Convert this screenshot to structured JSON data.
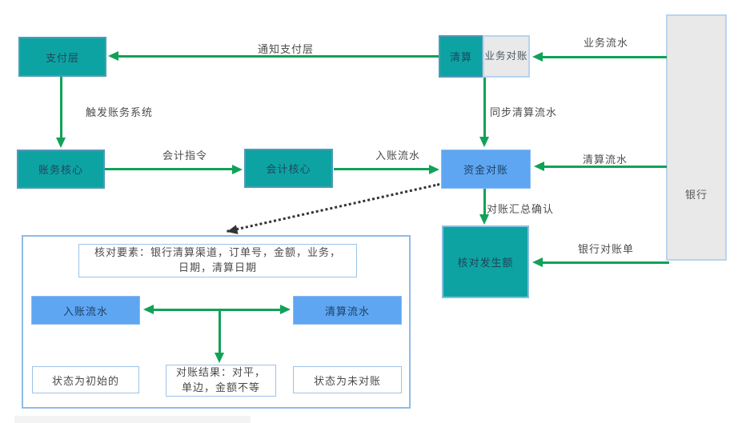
{
  "colors": {
    "teal_node": "#0ea3a3",
    "blue_node": "#5ea6f2",
    "gray_node": "#e9e9e9",
    "arrow_green": "#10a257",
    "dotted_arrow": "#333333",
    "panel_border": "#8fbbe8"
  },
  "nodes": {
    "pay_layer": "支付层",
    "accounting_core": "账务核心",
    "accounting_center": "会计核心",
    "clearing": "清算",
    "business_recon": "业务对账",
    "fund_recon": "资金对账",
    "verify_amount": "核对发生额",
    "bank": "银行"
  },
  "edges": {
    "notify_pay_layer": "通知支付层",
    "trigger_accounting": "触发账务系统",
    "accounting_instruction": "会计指令",
    "incoming_flow": "入账流水",
    "business_flow": "业务流水",
    "sync_clearing_flow": "同步清算流水",
    "clearing_flow": "清算流水",
    "recon_summary_confirm": "对账汇总确认",
    "bank_statement": "银行对账单"
  },
  "panel": {
    "check_elements": "核对要素：银行清算渠道，订单号，金额，业务，日期，清算日期",
    "incoming_flow": "入账流水",
    "clearing_flow": "清算流水",
    "recon_result": "对账结果：对平，单边，金额不等",
    "status_initial": "状态为初始的",
    "status_unreconciled": "状态为未对账"
  }
}
